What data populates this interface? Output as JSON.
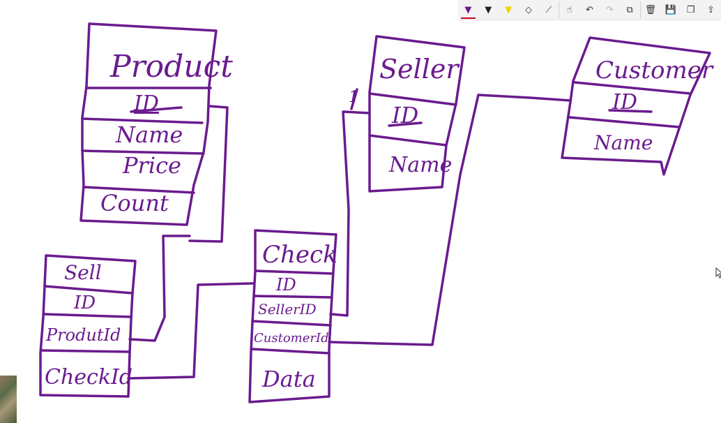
{
  "toolbar": {
    "tools": [
      {
        "name": "ballpoint-pen-icon",
        "glyph": "▼",
        "active": true,
        "enabled": true
      },
      {
        "name": "pencil-icon",
        "glyph": "▼",
        "active": false,
        "enabled": true
      },
      {
        "name": "highlighter-icon",
        "glyph": "▼",
        "active": false,
        "enabled": true
      },
      {
        "name": "eraser-icon",
        "glyph": "◇",
        "active": false,
        "enabled": true
      },
      {
        "name": "ruler-icon",
        "glyph": "⟋",
        "active": false,
        "enabled": true
      },
      {
        "name": "touch-writing-icon",
        "glyph": "☝",
        "active": false,
        "enabled": true
      },
      {
        "name": "undo-icon",
        "glyph": "↶",
        "active": false,
        "enabled": true
      },
      {
        "name": "redo-icon",
        "glyph": "↷",
        "active": false,
        "enabled": false
      },
      {
        "name": "crop-icon",
        "glyph": "⧉",
        "active": false,
        "enabled": true
      },
      {
        "name": "delete-icon",
        "glyph": "🗑",
        "active": false,
        "enabled": true
      },
      {
        "name": "save-icon",
        "glyph": "💾",
        "active": false,
        "enabled": true
      },
      {
        "name": "copy-icon",
        "glyph": "❐",
        "active": false,
        "enabled": true
      },
      {
        "name": "share-icon",
        "glyph": "⇪",
        "active": false,
        "enabled": true
      }
    ]
  },
  "colors": {
    "ink": "#6a1b8e",
    "highlighter": "#f2d100",
    "active_underline": "#d0021b"
  },
  "diagram": {
    "product": {
      "title": "Product",
      "fields": [
        "ID",
        "Name",
        "Price",
        "Count"
      ]
    },
    "seller": {
      "title": "Seller",
      "fields": [
        "ID",
        "Name"
      ]
    },
    "customer": {
      "title": "Customer",
      "fields": [
        "ID",
        "Name"
      ]
    },
    "sell": {
      "title": "Sell",
      "fields": [
        "ID",
        "ProdutId",
        "CheckId"
      ]
    },
    "check": {
      "title": "Check",
      "fields": [
        "ID",
        "SellerID",
        "CustomerId",
        "Data"
      ]
    },
    "relation_marks": {
      "seller_one": "1"
    }
  }
}
